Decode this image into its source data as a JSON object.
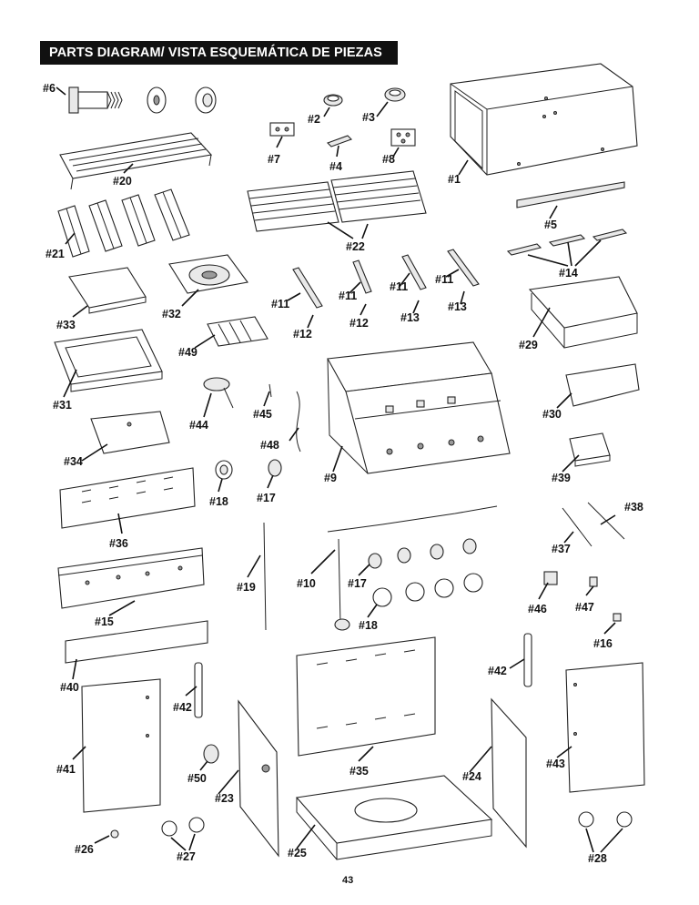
{
  "header": {
    "title": "PARTS DIAGRAM/ VISTA ESQUEMÁTICA DE PIEZAS"
  },
  "page_number": "43",
  "labels": {
    "p1": "#1",
    "p2": "#2",
    "p3": "#3",
    "p4": "#4",
    "p5": "#5",
    "p6": "#6",
    "p7": "#7",
    "p8": "#8",
    "p9": "#9",
    "p10": "#10",
    "p11a": "#11",
    "p11b": "#11",
    "p11c": "#11",
    "p11d": "#11",
    "p12a": "#12",
    "p12b": "#12",
    "p13a": "#13",
    "p13b": "#13",
    "p14": "#14",
    "p15": "#15",
    "p16": "#16",
    "p17a": "#17",
    "p17b": "#17",
    "p18a": "#18",
    "p18b": "#18",
    "p19": "#19",
    "p20": "#20",
    "p21": "#21",
    "p22": "#22",
    "p23": "#23",
    "p24": "#24",
    "p25": "#25",
    "p26": "#26",
    "p27": "#27",
    "p28": "#28",
    "p29": "#29",
    "p30": "#30",
    "p31": "#31",
    "p32": "#32",
    "p33": "#33",
    "p34": "#34",
    "p35": "#35",
    "p36": "#36",
    "p37": "#37",
    "p38": "#38",
    "p39": "#39",
    "p40": "#40",
    "p41": "#41",
    "p42a": "#42",
    "p42b": "#42",
    "p43": "#43",
    "p44": "#44",
    "p45": "#45",
    "p46": "#46",
    "p47": "#47",
    "p48": "#48",
    "p49": "#49",
    "p50": "#50"
  }
}
